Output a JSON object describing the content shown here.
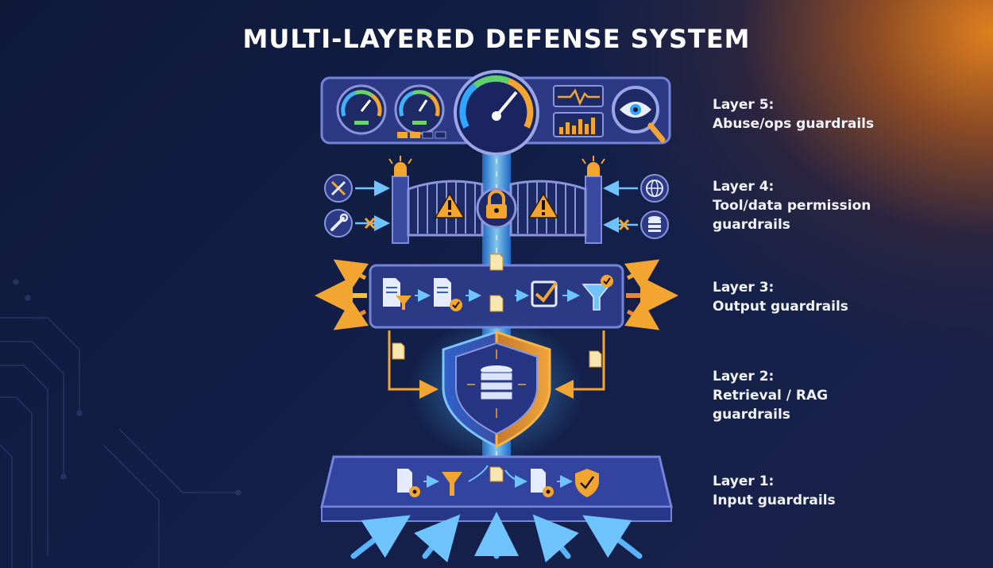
{
  "title": "MULTI-LAYERED DEFENSE SYSTEM",
  "layers": [
    {
      "heading": "Layer 5:",
      "lines": [
        "Abuse/ops guardrails"
      ]
    },
    {
      "heading": "Layer 4:",
      "lines": [
        "Tool/data permission",
        "guardrails"
      ]
    },
    {
      "heading": "Layer 3:",
      "lines": [
        "Output guardrails"
      ]
    },
    {
      "heading": "Layer 2:",
      "lines": [
        "Retrieval / RAG",
        "guardrails"
      ]
    },
    {
      "heading": "Layer 1:",
      "lines": [
        "Input guardrails"
      ]
    }
  ],
  "colors": {
    "accent_orange": "#f2a531",
    "accent_blue": "#4db7ff",
    "panel_fill": "#2e3b86",
    "panel_border": "#6d7fd6",
    "background": "#0e1938"
  },
  "icons": {
    "layer5": [
      "gauge-icon",
      "gauge-icon",
      "large-gauge-icon",
      "pulse-monitor-icon",
      "bar-chart-icon",
      "eye-magnifier-icon",
      "status-lights-icon"
    ],
    "layer4": [
      "tools-icon",
      "wrench-icon",
      "globe-icon",
      "database-icon",
      "lock-icon",
      "warning-icon",
      "alarm-light-icon",
      "gate-icon"
    ],
    "layer3": [
      "document-filter-icon",
      "document-check-icon",
      "document-icon",
      "checkbox-icon",
      "funnel-check-icon"
    ],
    "layer2": [
      "shield-icon",
      "database-icon",
      "document-icon"
    ],
    "layer1": [
      "document-gear-icon",
      "funnel-icon",
      "document-icon",
      "document-gear-icon",
      "shield-check-icon"
    ]
  }
}
